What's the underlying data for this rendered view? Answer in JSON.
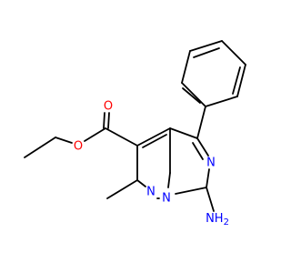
{
  "molecule": {
    "atoms": {
      "o_carbonyl": {
        "label": "O",
        "color": "#ff0000"
      },
      "o_ester": {
        "label": "O",
        "color": "#ff0000"
      },
      "n_ring_a": {
        "label": "N",
        "color": "#0000ff"
      },
      "n_ring_b": {
        "label": "N",
        "color": "#0000ff"
      },
      "n_imidazole": {
        "label": "N",
        "color": "#0000ff"
      },
      "amino": {
        "label": "NH",
        "subscript": "2",
        "color": "#0000ff"
      }
    }
  }
}
